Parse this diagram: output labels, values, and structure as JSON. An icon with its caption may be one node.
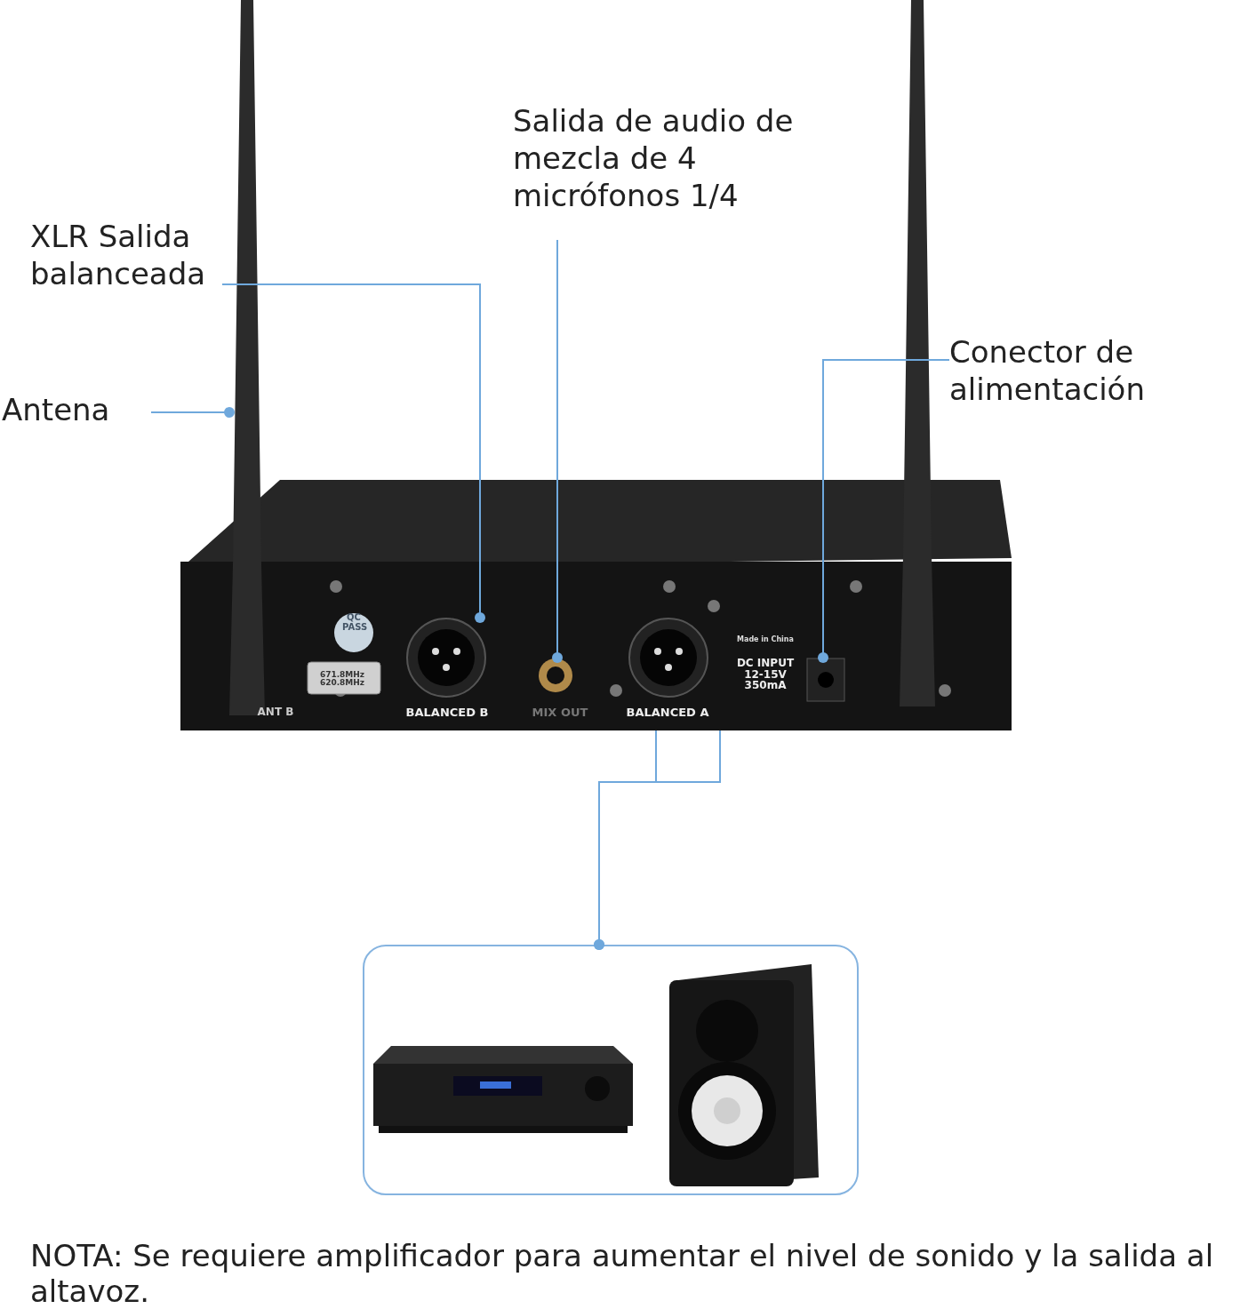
{
  "diagram": {
    "nodes": [
      {
        "text": [
          "XLR Salida balanceada"
        ]
      },
      {
        "text": [
          "Antena"
        ]
      },
      {
        "text": [
          "Salida de audio de mezcla de 4 micrófonos 1/4"
        ]
      },
      {
        "text": [
          "Conector de alimentación"
        ]
      },
      {
        "text": [],
        "shape": "picture"
      },
      {
        "text": [],
        "shape": "picture"
      },
      {
        "text": [],
        "shape": "picture"
      },
      {
        "text": [],
        "shape": "picture",
        "in": 4
      },
      {
        "text": [],
        "shape": "picture",
        "in": 4
      },
      {
        "text": [],
        "shape": "picture",
        "in": 4
      },
      {
        "text": [],
        "shape": "picture",
        "in": 4
      },
      {
        "text": [],
        "shape": "box"
      },
      {
        "text": [],
        "shape": "picture",
        "in": 11
      },
      {
        "text": [],
        "shape": "picture",
        "in": 11
      }
    ],
    "edges": [
      {
        "from": 0,
        "to": 7,
        "arrow": "other"
      },
      {
        "from": 1,
        "to": 5,
        "arrow": "other"
      },
      {
        "from": 2,
        "to": 8,
        "arrow": "other"
      },
      {
        "from": 3,
        "to": 10,
        "arrow": "other"
      },
      {
        "from": 4,
        "to": 11,
        "arrow": "other"
      },
      {
        "from": 4,
        "to": 11,
        "arrow": "other"
      }
    ],
    "labels": [
      "QC PASS",
      "671.8MHz 620.8MHz",
      "Made in China",
      "DC INPUT 12-15V 350mA",
      "ANT B",
      "BALANCED B",
      "MIX OUT",
      "BALANCED A",
      "NOTA: Se requiere amplificador para aumentar el nivel de sonido y la salida al altavoz."
    ]
  }
}
